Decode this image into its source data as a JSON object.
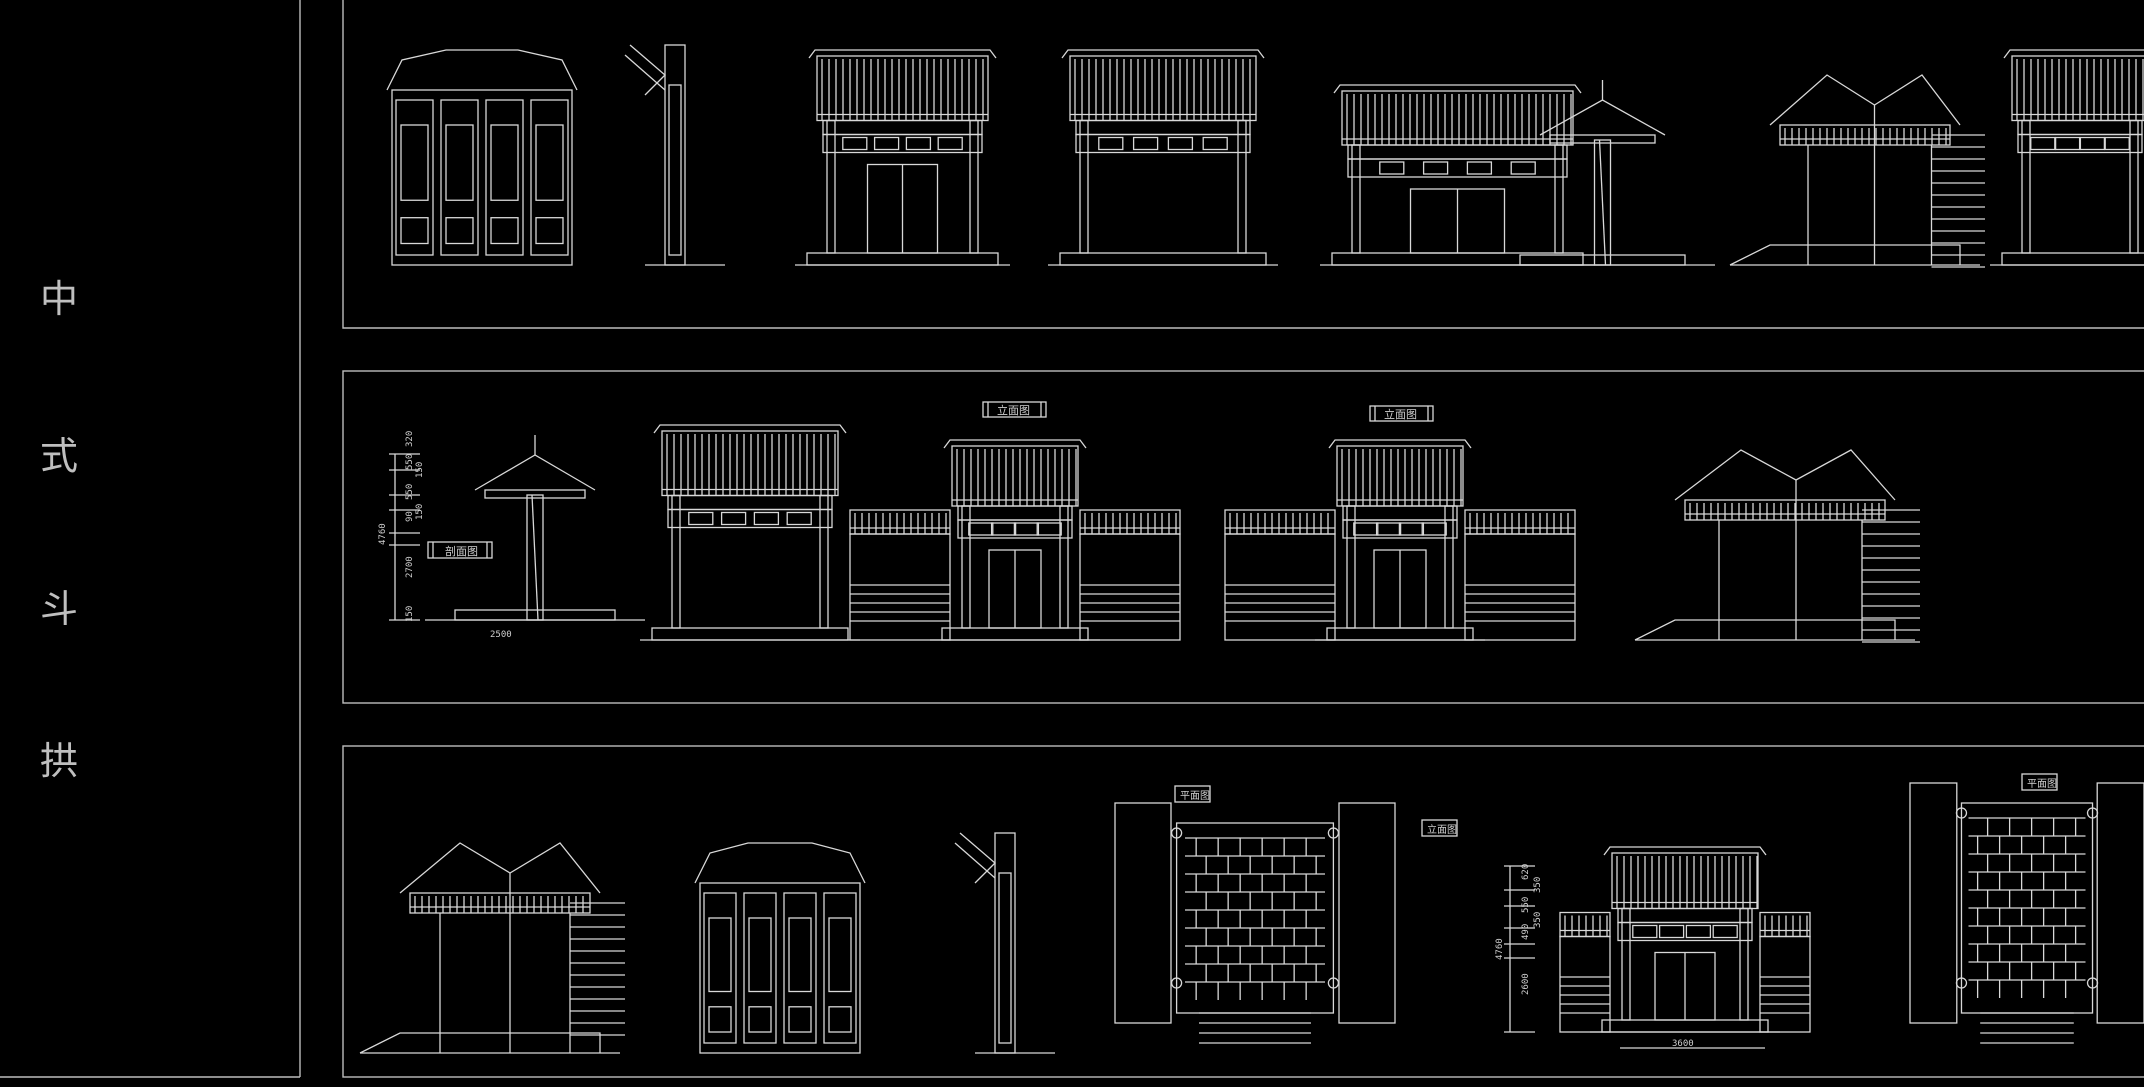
{
  "title_block": {
    "chars": [
      "中",
      "式",
      "斗",
      "拱"
    ]
  },
  "rows": [
    {
      "name": "row-1",
      "labels": []
    },
    {
      "name": "row-2",
      "labels": [
        "剖面图",
        "立面图",
        "立面图"
      ]
    },
    {
      "name": "row-3",
      "labels": [
        "平面图",
        "立面图",
        "平面图"
      ]
    }
  ],
  "dimensions": {
    "pole_section": {
      "total": "4760",
      "segments": [
        "320",
        "550",
        "150",
        "550",
        "150",
        "90",
        "2700",
        "150"
      ],
      "width": "2500"
    },
    "gate_elevation": {
      "total": "4760",
      "segments": [
        "620",
        "350",
        "550",
        "350",
        "490",
        "2600"
      ],
      "width": "3600"
    }
  },
  "colors": {
    "background": "#000000",
    "lines": "#d8d8d8",
    "frames": "#bdbdbd"
  }
}
